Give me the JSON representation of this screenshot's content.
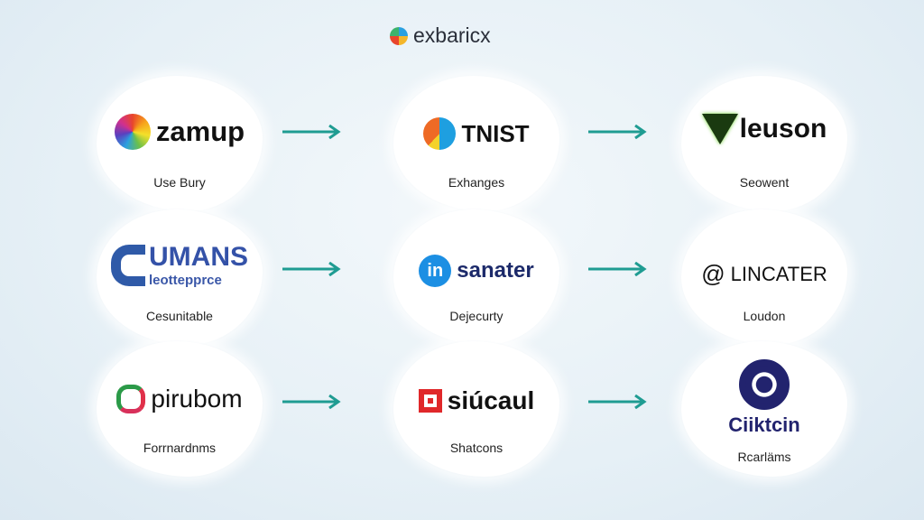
{
  "header": {
    "brand": "exbaricx"
  },
  "cards": [
    {
      "logo": "zamup",
      "caption": "Use Bury"
    },
    {
      "logo": "TNIST",
      "caption": "Exhanges"
    },
    {
      "logo": "leuson",
      "caption": "Seowent"
    },
    {
      "logo": "UMANS",
      "logo_sub": "leottepprce",
      "caption": "Cesunitable"
    },
    {
      "logo": "sanater",
      "logo_icon": "in",
      "caption": "Dejecurty"
    },
    {
      "logo": "LINCATER",
      "caption": "Loudon"
    },
    {
      "logo": "pirubom",
      "caption": "Forrnardnms"
    },
    {
      "logo": "siúcaul",
      "caption": "Shatcons"
    },
    {
      "logo": "Ciiktcin",
      "caption": "Rcarläms"
    }
  ],
  "colors": {
    "arrow": "#1f9c92"
  }
}
